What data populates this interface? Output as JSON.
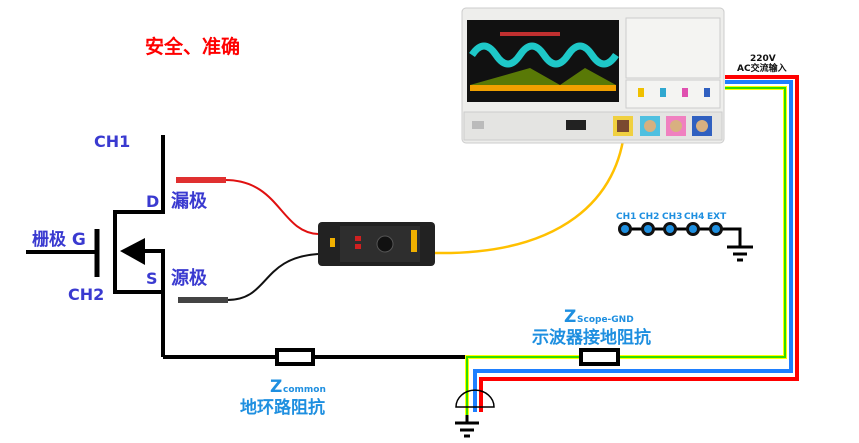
{
  "title": "安全、准确",
  "mosfet": {
    "ch1": "CH1",
    "ch2": "CH2",
    "drain_letter": "D",
    "drain_label": "漏极",
    "source_letter": "S",
    "source_label": "源极",
    "gate_label": "栅极 G"
  },
  "ground_loop": {
    "z": "Z",
    "z_sub": "common",
    "label": "地环路阻抗"
  },
  "scope_ground": {
    "z": "Z",
    "z_sub": "Scope-GND",
    "label": "示波器接地阻抗"
  },
  "ac_input": {
    "voltage": "220V",
    "label": "AC交流输入"
  },
  "channels": [
    "CH1",
    "CH2",
    "CH3",
    "CH4",
    "EXT"
  ],
  "colors": {
    "title": "#ff0000",
    "mosfet_text": "#3a3ad0",
    "impedance_text": "#1e8fe0",
    "live": "#ff0000",
    "neutral": "#1e7fff",
    "earth": "#33dd00",
    "signal": "#ffc000"
  }
}
